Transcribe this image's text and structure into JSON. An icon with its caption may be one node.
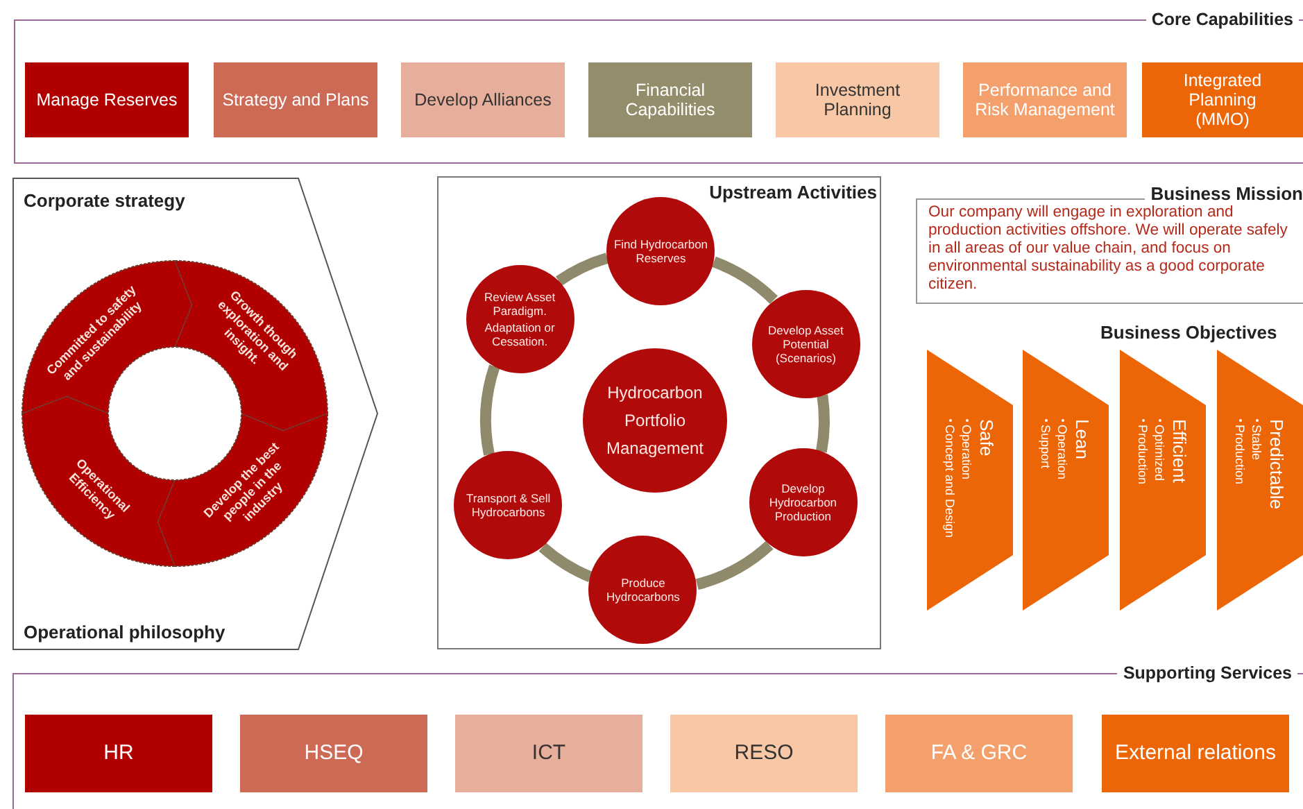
{
  "diagram": {
    "nodes": [
      {
        "text": [
          "Core Capabilities"
        ]
      },
      {
        "text": [
          "Manage Reserves"
        ],
        "in": 0
      },
      {
        "text": [
          "Strategy and Plans"
        ],
        "in": 0
      },
      {
        "text": [
          "Develop Alliances"
        ],
        "in": 0
      },
      {
        "text": [
          "Financial Capabilities"
        ],
        "in": 0
      },
      {
        "text": [
          "Investment Planning"
        ],
        "in": 0
      },
      {
        "text": [
          "Performance and Risk Management"
        ],
        "in": 0
      },
      {
        "text": [
          "Integrated Planning (MMO)"
        ],
        "in": 0
      },
      {
        "text": [
          "Corporate strategy",
          "Operational philosophy"
        ]
      },
      {
        "text": [
          "Committed to safety and sustainability"
        ],
        "in": 8
      },
      {
        "text": [
          "Growth though exploration and insight."
        ],
        "in": 8
      },
      {
        "text": [
          "Develop the best people in the industry"
        ],
        "in": 8
      },
      {
        "text": [
          "Operational Efficiency"
        ],
        "in": 8
      },
      {
        "text": [
          "Upstream Activities"
        ]
      },
      {
        "text": [
          "Hydrocarbon Portfolio Management"
        ],
        "in": 13
      },
      {
        "text": [
          "Find Hydrocarbon Reserves"
        ],
        "in": 13
      },
      {
        "text": [
          "Develop Asset Potential (Scenarios)"
        ],
        "in": 13
      },
      {
        "text": [
          "Develop Hydrocarbon Production"
        ],
        "in": 13
      },
      {
        "text": [
          "Produce Hydrocarbons"
        ],
        "in": 13
      },
      {
        "text": [
          "Transport & Sell Hydrocarbons"
        ],
        "in": 13
      },
      {
        "text": [
          "Review Asset Paradigm.",
          "Adaptation or Cessation."
        ],
        "in": 13
      },
      {
        "text": [
          "Business Mission",
          "Our company will engage in exploration and production activities offshore. We will operate safely in all areas of our value chain, and focus on environmental sustainability as a good corporate citizen."
        ]
      },
      {
        "text": [
          "Safe",
          "Operation",
          "Concept and Design"
        ]
      },
      {
        "text": [
          "Lean",
          "Operation",
          "Support"
        ]
      },
      {
        "text": [
          "Efficient",
          "Optimized",
          "Production"
        ]
      },
      {
        "text": [
          "Predictable",
          "Stable",
          "Production"
        ]
      },
      {
        "text": [
          "Supporting Services"
        ]
      },
      {
        "text": [
          "HR"
        ],
        "in": 26
      },
      {
        "text": [
          "HSEQ"
        ],
        "in": 26
      },
      {
        "text": [
          "ICT"
        ],
        "in": 26
      },
      {
        "text": [
          "RESO"
        ],
        "in": 26
      },
      {
        "text": [
          "FA & GRC"
        ],
        "in": 26
      },
      {
        "text": [
          "External relations"
        ],
        "in": 26
      }
    ],
    "edges": [
      {
        "from": 15,
        "to": 16,
        "arrow": "none"
      },
      {
        "from": 16,
        "to": 17,
        "arrow": "none"
      },
      {
        "from": 17,
        "to": 18,
        "arrow": "none"
      },
      {
        "from": 18,
        "to": 19,
        "arrow": "none"
      },
      {
        "from": 19,
        "to": 20,
        "arrow": "none"
      },
      {
        "from": 20,
        "to": 15,
        "arrow": "none"
      }
    ],
    "labels": [
      "Business Objectives"
    ]
  }
}
